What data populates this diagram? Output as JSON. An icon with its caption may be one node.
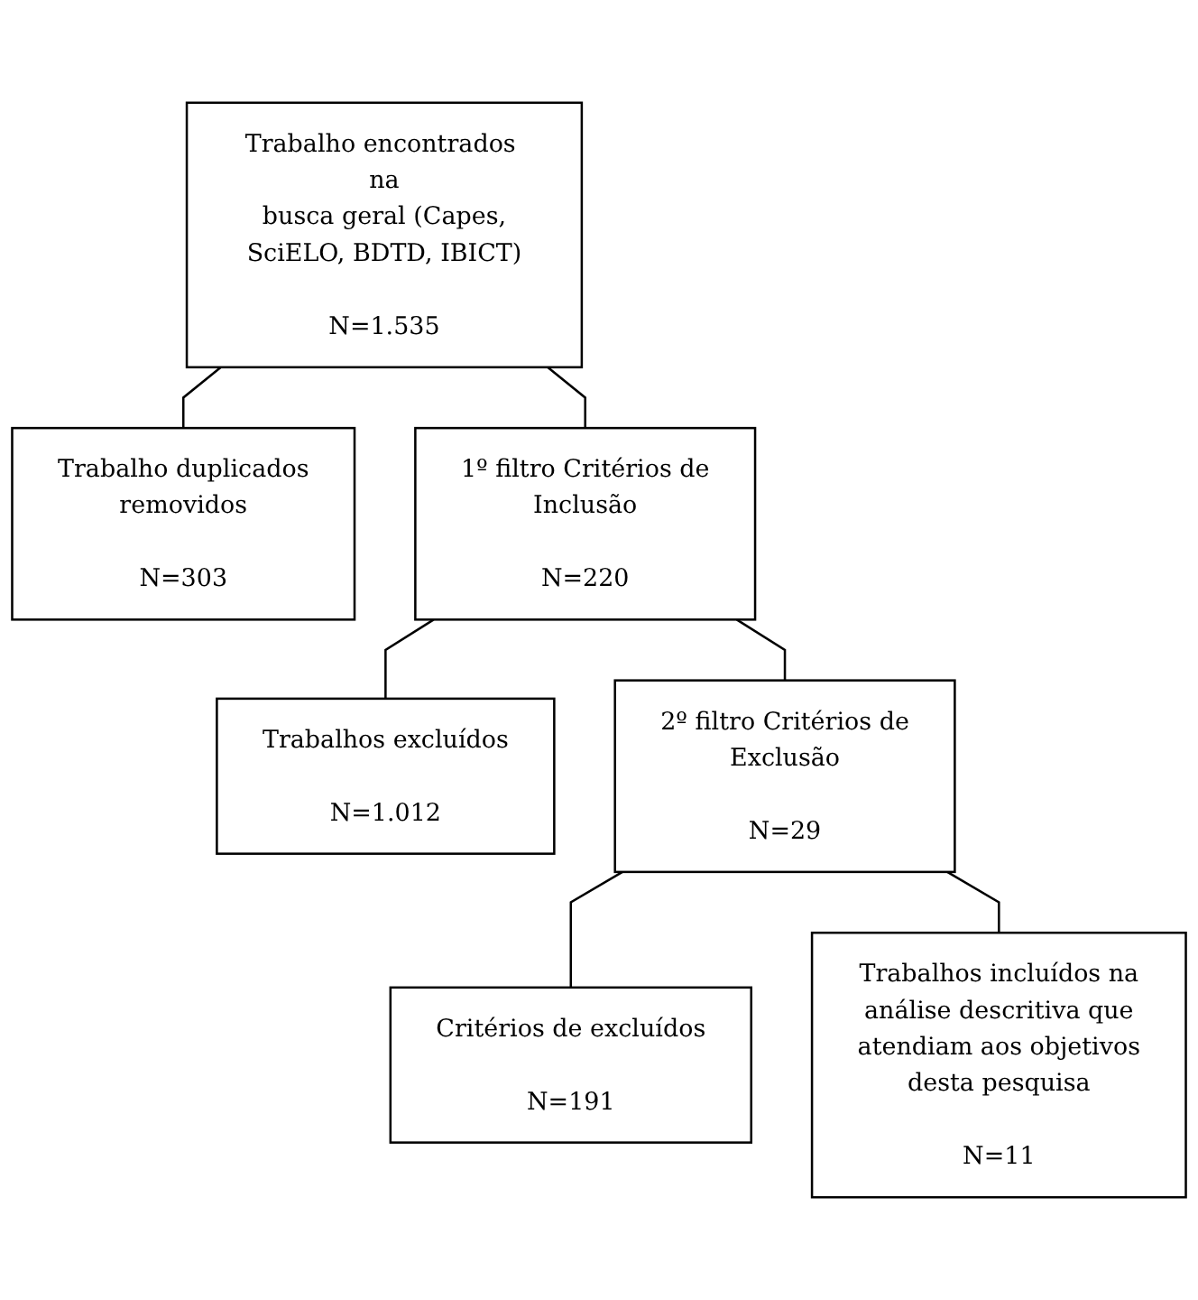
{
  "diagram": {
    "nodes": [
      {
        "text": [
          "Trabalho encontrados na busca geral (Capes, SciELO, BDTD, IBICT)",
          "N=1.535"
        ]
      },
      {
        "text": [
          "Trabalho duplicados removidos",
          "N=303"
        ]
      },
      {
        "text": [
          "1º filtro Critérios de Inclusão",
          "N=220"
        ]
      },
      {
        "text": [
          "Trabalhos excluídos",
          "N=1.012"
        ]
      },
      {
        "text": [
          "2º filtro Critérios de Exclusão",
          "N=29"
        ]
      },
      {
        "text": [
          "Critérios de excluídos",
          "N=191"
        ]
      },
      {
        "text": [
          "Trabalhos incluídos na análise descritiva que atendiam aos objetivos desta pesquisa",
          "N=11"
        ]
      }
    ],
    "edges": [
      {
        "from": 0,
        "to": 1,
        "arrow": "none"
      },
      {
        "from": 0,
        "to": 2,
        "arrow": "none"
      },
      {
        "from": 2,
        "to": 3,
        "arrow": "none"
      },
      {
        "from": 2,
        "to": 4,
        "arrow": "none"
      },
      {
        "from": 4,
        "to": 5,
        "arrow": "none"
      },
      {
        "from": 4,
        "to": 6,
        "arrow": "none"
      }
    ]
  }
}
